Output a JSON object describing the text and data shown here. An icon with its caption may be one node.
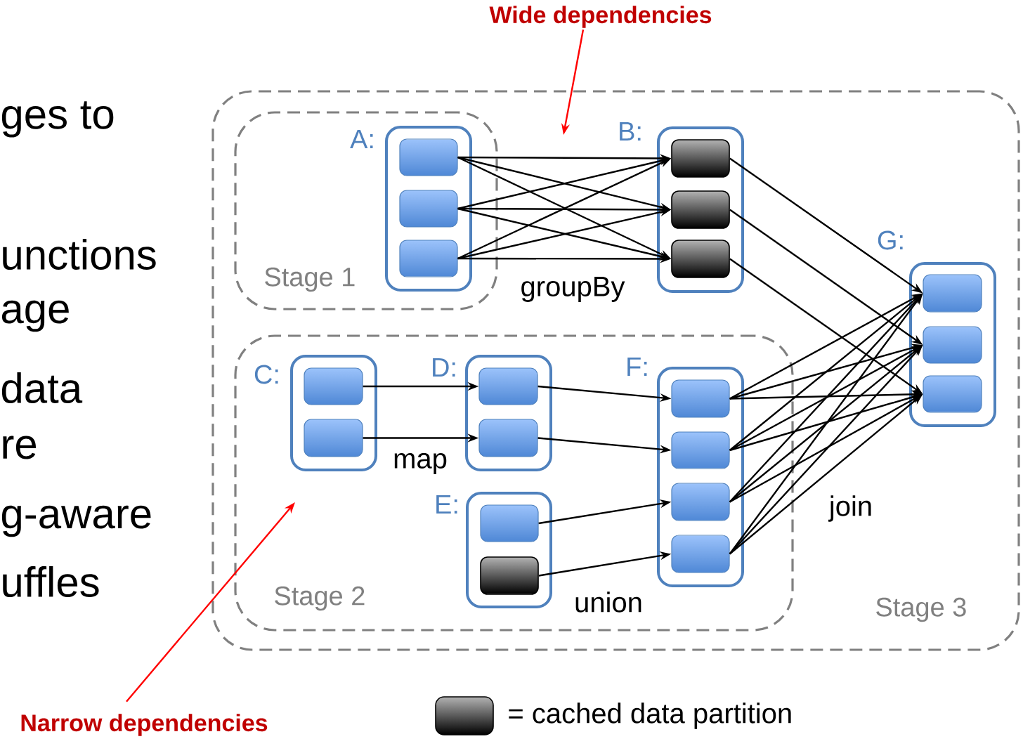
{
  "diagram": {
    "nodes": [
      {
        "text": [
          "Stage 3"
        ]
      },
      {
        "text": [
          "Stage 1"
        ],
        "in": 0
      },
      {
        "text": [
          "A:"
        ],
        "in": 1
      },
      {
        "text": [],
        "shape": "box",
        "in": 2
      },
      {
        "text": [],
        "shape": "box",
        "in": 2
      },
      {
        "text": [],
        "shape": "box",
        "in": 2
      },
      {
        "text": [
          "B:"
        ],
        "in": 0
      },
      {
        "text": [],
        "shape": "box",
        "in": 6
      },
      {
        "text": [],
        "shape": "box",
        "in": 6
      },
      {
        "text": [],
        "shape": "box",
        "in": 6
      },
      {
        "text": [
          "Stage 2"
        ],
        "in": 0
      },
      {
        "text": [
          "C:"
        ],
        "in": 10
      },
      {
        "text": [],
        "shape": "box",
        "in": 11
      },
      {
        "text": [],
        "shape": "box",
        "in": 11
      },
      {
        "text": [
          "D:"
        ],
        "in": 10
      },
      {
        "text": [],
        "shape": "box",
        "in": 14
      },
      {
        "text": [],
        "shape": "box",
        "in": 14
      },
      {
        "text": [
          "E:"
        ],
        "in": 10
      },
      {
        "text": [],
        "shape": "box",
        "in": 17
      },
      {
        "text": [],
        "shape": "box",
        "in": 17
      },
      {
        "text": [
          "F:"
        ],
        "in": 10
      },
      {
        "text": [],
        "shape": "box",
        "in": 20
      },
      {
        "text": [],
        "shape": "box",
        "in": 20
      },
      {
        "text": [],
        "shape": "box",
        "in": 20
      },
      {
        "text": [],
        "shape": "box",
        "in": 20
      },
      {
        "text": [
          "G:"
        ],
        "in": 0
      },
      {
        "text": [],
        "shape": "box",
        "in": 25
      },
      {
        "text": [],
        "shape": "box",
        "in": 25
      },
      {
        "text": [],
        "shape": "box",
        "in": 25
      },
      {
        "text": [
          "Wide dependencies"
        ]
      },
      {
        "text": [
          "Narrow dependencies"
        ]
      }
    ],
    "edges": [
      {
        "from": 3,
        "to": 7,
        "arrow": "to"
      },
      {
        "from": 3,
        "to": 8,
        "arrow": "to"
      },
      {
        "from": 3,
        "to": 9,
        "arrow": "to"
      },
      {
        "from": 4,
        "to": 7,
        "arrow": "to"
      },
      {
        "from": 4,
        "to": 8,
        "arrow": "to"
      },
      {
        "from": 4,
        "to": 9,
        "arrow": "to"
      },
      {
        "from": 5,
        "to": 7,
        "arrow": "to"
      },
      {
        "from": 5,
        "to": 8,
        "arrow": "to"
      },
      {
        "from": 5,
        "to": 9,
        "arrow": "to"
      },
      {
        "from": 7,
        "to": 26,
        "arrow": "to"
      },
      {
        "from": 8,
        "to": 27,
        "arrow": "to"
      },
      {
        "from": 9,
        "to": 28,
        "arrow": "to"
      },
      {
        "from": 12,
        "to": 15,
        "arrow": "to"
      },
      {
        "from": 13,
        "to": 16,
        "arrow": "to"
      },
      {
        "from": 15,
        "to": 21,
        "arrow": "to"
      },
      {
        "from": 16,
        "to": 22,
        "arrow": "to"
      },
      {
        "from": 18,
        "to": 23,
        "arrow": "to"
      },
      {
        "from": 19,
        "to": 24,
        "arrow": "to"
      },
      {
        "from": 21,
        "to": 26,
        "arrow": "to"
      },
      {
        "from": 21,
        "to": 27,
        "arrow": "to"
      },
      {
        "from": 21,
        "to": 28,
        "arrow": "to"
      },
      {
        "from": 22,
        "to": 26,
        "arrow": "to"
      },
      {
        "from": 22,
        "to": 27,
        "arrow": "to"
      },
      {
        "from": 22,
        "to": 28,
        "arrow": "to"
      },
      {
        "from": 23,
        "to": 26,
        "arrow": "to"
      },
      {
        "from": 23,
        "to": 27,
        "arrow": "to"
      },
      {
        "from": 23,
        "to": 28,
        "arrow": "to"
      },
      {
        "from": 24,
        "to": 26,
        "arrow": "to"
      },
      {
        "from": 24,
        "to": 27,
        "arrow": "to"
      },
      {
        "from": 24,
        "to": 28,
        "arrow": "to"
      },
      {
        "from": 29,
        "to": null,
        "arrow": "to",
        "color": "#ff0000"
      },
      {
        "from": 30,
        "to": null,
        "arrow": "to",
        "color": "#ff0000"
      }
    ],
    "labels": [
      "ges to",
      "unctions",
      "age",
      "data",
      "re",
      "g-aware",
      "uffles",
      "groupBy",
      "map",
      "union",
      "join"
    ],
    "legend": [
      {
        "text": "= cached data partition"
      }
    ]
  }
}
